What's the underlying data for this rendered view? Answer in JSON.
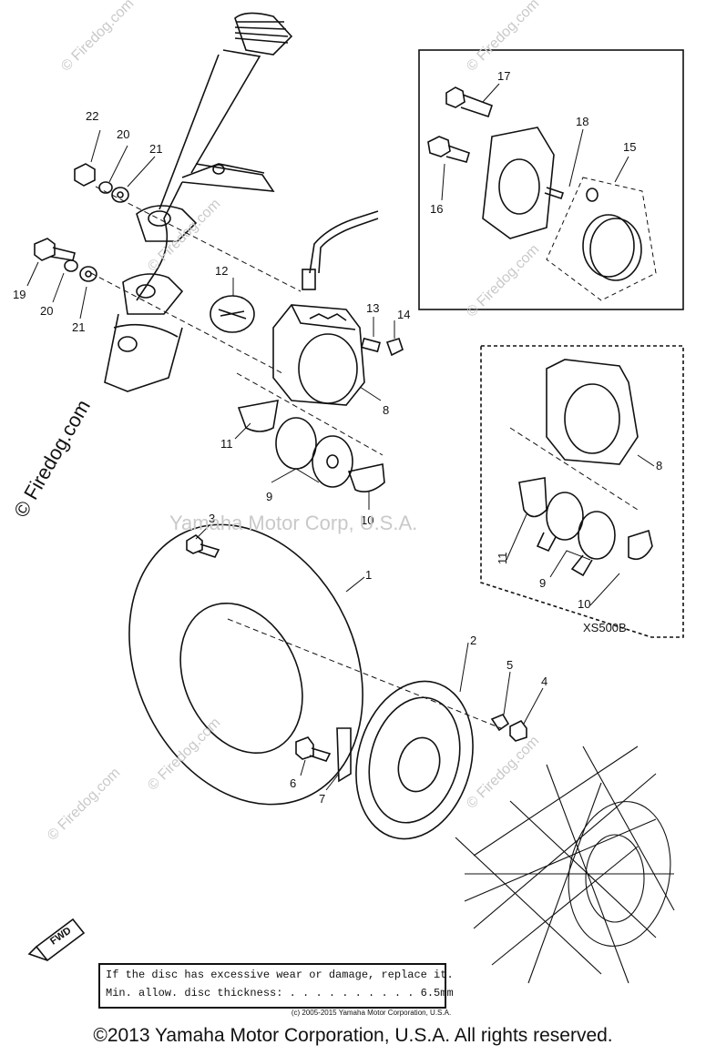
{
  "watermarks": {
    "firedog_short": "© Firedog.com",
    "firedog_main": "© Firedog.com",
    "yamaha_center": "Yamaha Motor Corp, U.S.A."
  },
  "callouts": [
    "1",
    "2",
    "3",
    "4",
    "5",
    "6",
    "7",
    "8",
    "9",
    "10",
    "11",
    "12",
    "13",
    "14",
    "15",
    "16",
    "17",
    "18",
    "19",
    "20",
    "21",
    "22"
  ],
  "inset_right": {
    "model_code": "XS500B",
    "callouts": [
      "8",
      "9",
      "10",
      "11"
    ]
  },
  "inset_top": {
    "callouts": [
      "15",
      "16",
      "17",
      "18"
    ]
  },
  "fwd_label": "FWD",
  "note": {
    "line1": "If the disc has excessive wear or damage, replace it.",
    "line2": "Min. allow. disc thickness: . . . . . . . . . . 6.5mm"
  },
  "footer": {
    "small_copyright": "(c) 2005-2015 Yamaha Motor Corporation, U.S.A.",
    "main_copyright": "©2013 Yamaha Motor Corporation, U.S.A. All rights reserved."
  }
}
